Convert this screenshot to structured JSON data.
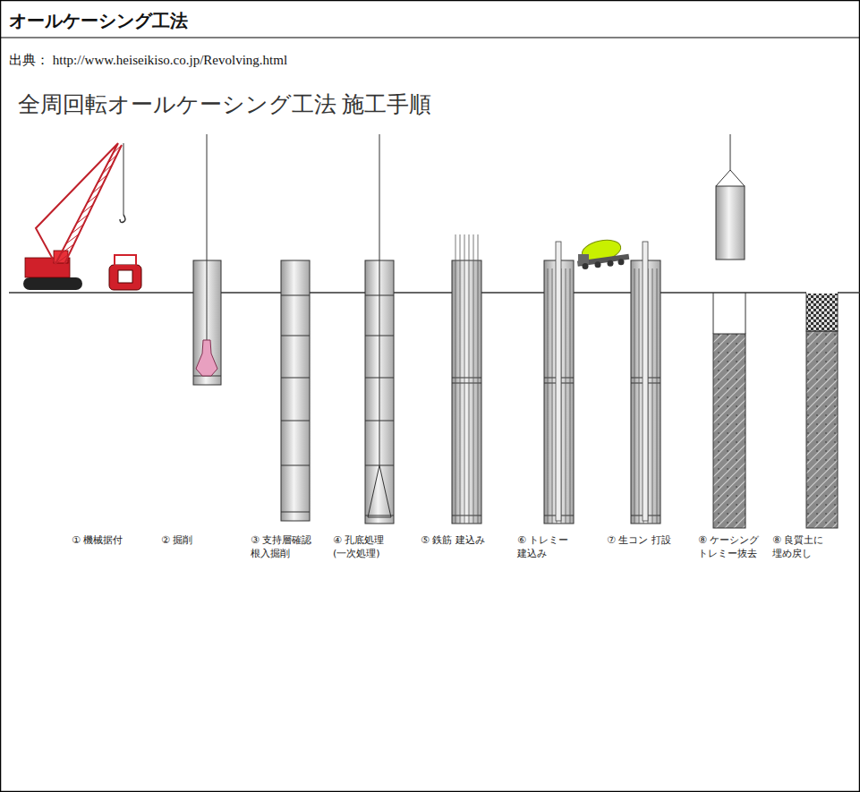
{
  "diagram": {
    "title": "オールケーシング工法",
    "labels": [
      "出典： http://www.heiseikiso.co.jp/Revolving.html",
      "全周回転オールケーシング工法 施工手順",
      "① 機械据付",
      "② 掘削",
      "③ 支持層確認 根入掘削",
      "④ 孔底処理 (一次処理)",
      "⑤ 鉄筋 建込み",
      "⑥ トレミー 建込み",
      "⑦ 生コン 打設",
      "⑧ ケーシング トレミー抜去",
      "⑧ 良質土に 埋め戻し"
    ]
  }
}
